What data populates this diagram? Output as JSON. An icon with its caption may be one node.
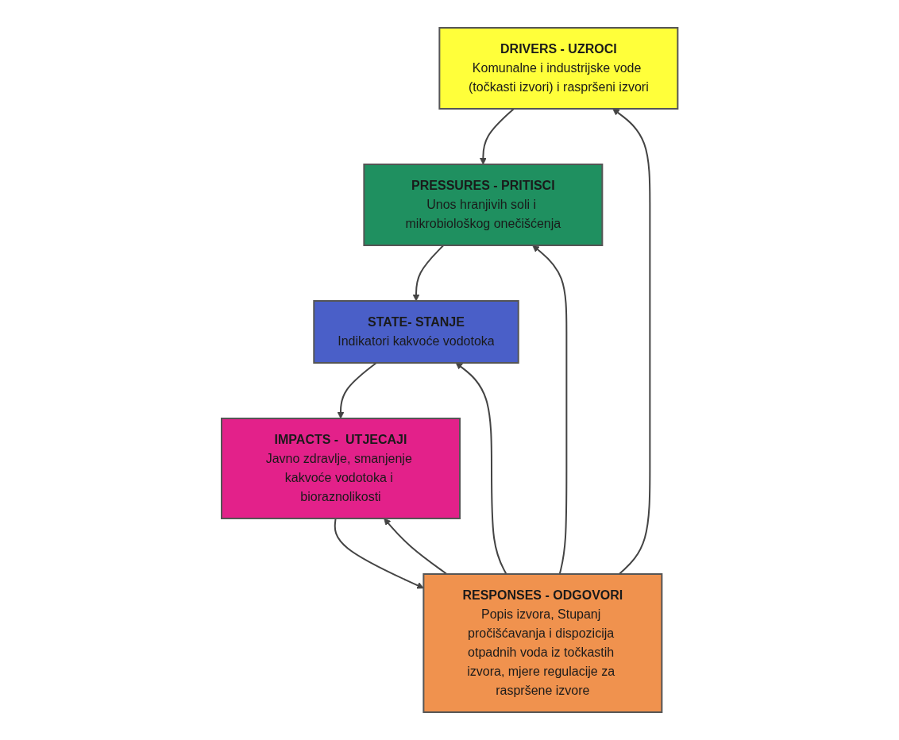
{
  "diagram": {
    "nodes": [
      {
        "text": [
          "DRIVERS - UZROCI",
          "Komunalne i industrijske vode (točkasti izvori) i raspršeni izvori"
        ]
      },
      {
        "text": [
          "PRESSURES - PRITISCI",
          "Unos hranjivih soli i mikrobiološkog onečišćenja"
        ]
      },
      {
        "text": [
          "STATE- STANJE",
          "Indikatori kakvoće vodotoka"
        ]
      },
      {
        "text": [
          "IMPACTS -  UTJECAJI",
          "Javno zdravlje, smanjenje kakvoće vodotoka i bioraznolikosti"
        ]
      },
      {
        "text": [
          "RESPONSES - ODGOVORI",
          "Popis izvora, Stupanj pročišćavanja i dispozicija otpadnih voda iz točkastih izvora, mjere regulacije za raspršene izvore"
        ]
      }
    ],
    "edges": [
      {
        "from": 0,
        "to": 1,
        "arrow": "to"
      },
      {
        "from": 1,
        "to": 2,
        "arrow": "to"
      },
      {
        "from": 2,
        "to": 3,
        "arrow": "to"
      },
      {
        "from": 4,
        "to": 0,
        "arrow": "to"
      },
      {
        "from": 4,
        "to": 1,
        "arrow": "to"
      },
      {
        "from": 4,
        "to": 2,
        "arrow": "to"
      },
      {
        "from": 4,
        "to": 3,
        "arrow": "to"
      },
      {
        "from": 3,
        "to": 4,
        "arrow": "to"
      }
    ]
  }
}
